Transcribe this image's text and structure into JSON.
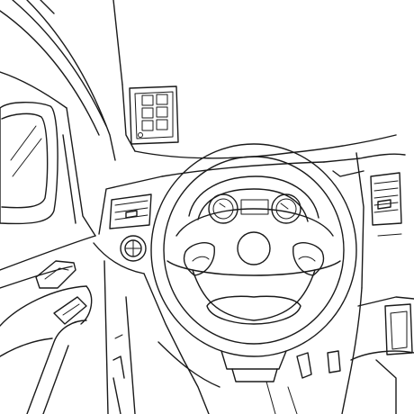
{
  "scene": {
    "subject": "van-cockpit-line-drawing",
    "palette": {
      "line": "#1a1a1a",
      "background": "#ffffff"
    },
    "switch_panel": {
      "button_count": 6,
      "status_led_count": 1
    }
  }
}
